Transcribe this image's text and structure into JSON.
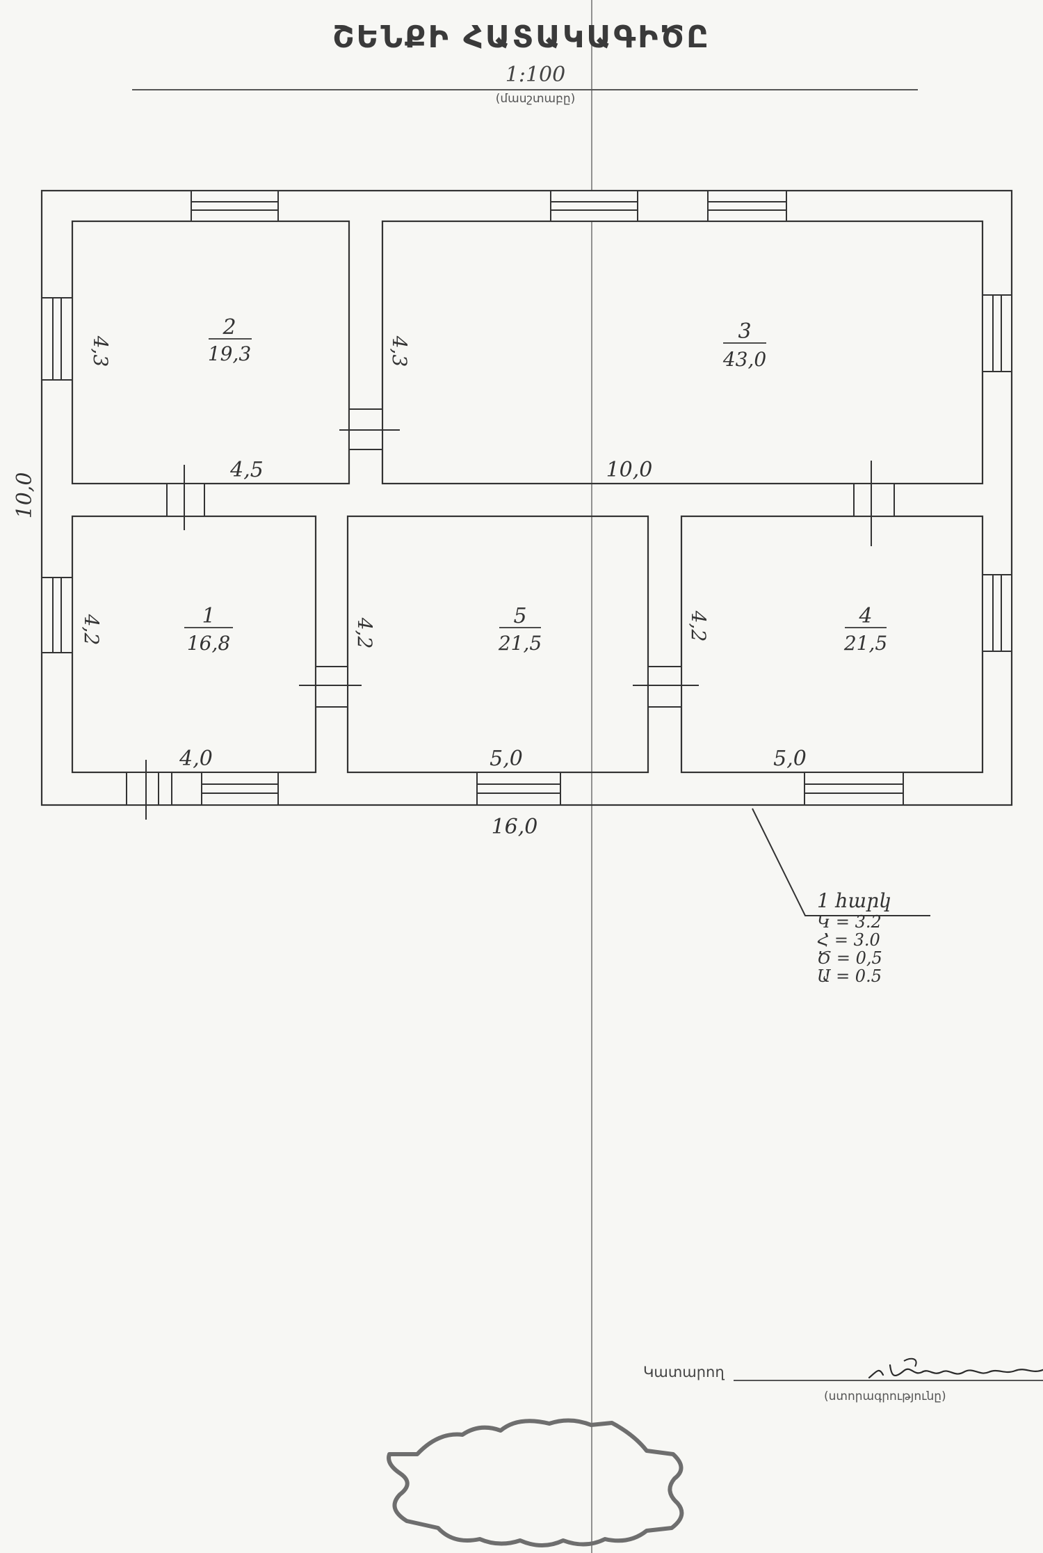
{
  "document": {
    "title": "ՇԵՆՔԻ ՀԱՏԱԿԱԳԻԾԸ",
    "scale": "1:100",
    "scale_caption": "(մասշտաբը)"
  },
  "plan": {
    "overall_length": "16,0",
    "overall_width": "10,0",
    "rooms": [
      {
        "number": "1",
        "area": "16,8",
        "side": "4,2",
        "length": "4,0"
      },
      {
        "number": "2",
        "area": "19,3",
        "side": "4,3",
        "length": "4,5"
      },
      {
        "number": "3",
        "area": "43,0",
        "side": "4,3",
        "length": "10,0"
      },
      {
        "number": "4",
        "area": "21,5",
        "side": "4,2",
        "length": "5,0"
      },
      {
        "number": "5",
        "area": "21,5",
        "side": "4,2",
        "length": "5,0"
      }
    ],
    "notes": {
      "heading": "1 հարկ",
      "lines": [
        "Կ = 3.2",
        "Հ = 3.0",
        "Ծ = 0,5",
        "Ա = 0.5"
      ]
    }
  },
  "footer": {
    "executor_label": "Կատարող",
    "executor_caption": "(ստորագրությունը)",
    "signature": "Լ. Աբրահամյան"
  },
  "colors": {
    "line": "#333333",
    "paper": "#f7f7f4"
  }
}
